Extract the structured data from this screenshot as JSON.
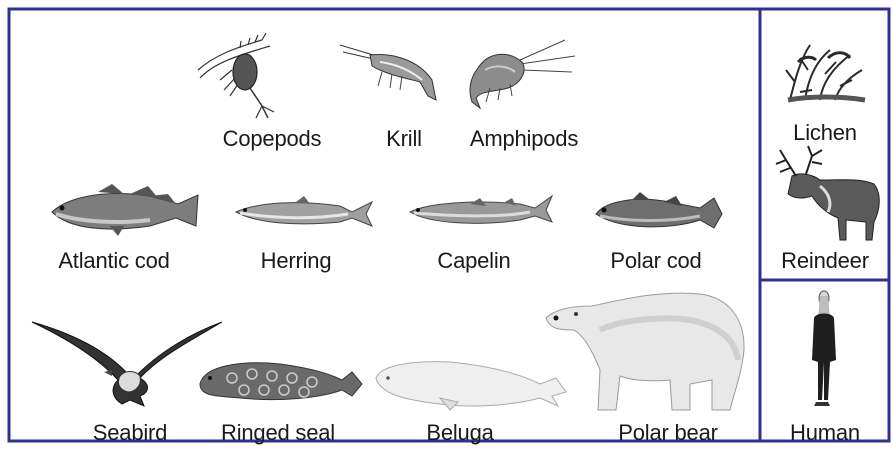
{
  "colors": {
    "frame": "#2e3192",
    "ink": "#1a1a1a",
    "gray": "#7a7a7a",
    "light": "#c8c8c8"
  },
  "panels": {
    "marine": {
      "zooplankton": [
        "Copepods",
        "Krill",
        "Amphipods"
      ],
      "fish": [
        "Atlantic cod",
        "Herring",
        "Capelin",
        "Polar cod"
      ],
      "top_predators": [
        "Seabird",
        "Ringed seal",
        "Beluga",
        "Polar bear"
      ]
    },
    "terrestrial": [
      "Lichen",
      "Reindeer"
    ],
    "human": [
      "Human"
    ]
  }
}
